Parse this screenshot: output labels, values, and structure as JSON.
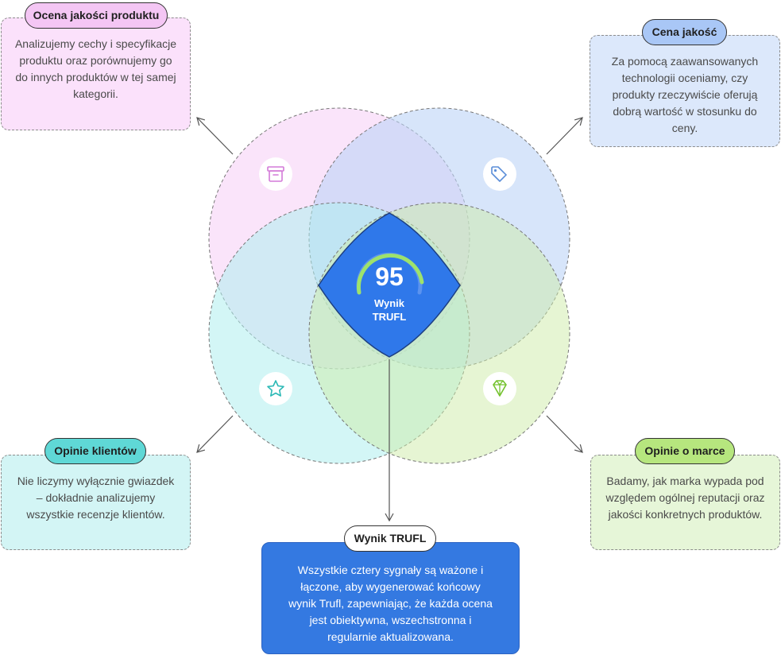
{
  "center": {
    "score": "95",
    "label_line1": "Wynik",
    "label_line2": "TRUFL"
  },
  "signals": [
    {
      "title": "Ocena jakości produktu",
      "description": "Analizujemy cechy i specyfikacje produktu oraz porównujemy go do innych produktów w tej samej kategorii.",
      "icon": "archive-box-icon",
      "color": "#f4c6f4"
    },
    {
      "title": "Cena jakość",
      "description": "Za pomocą zaawansowanych technologii oceniamy, czy produkty rzeczywiście oferują dobrą wartość w stosunku do ceny.",
      "icon": "price-tag-icon",
      "color": "#a9c7f6"
    },
    {
      "title": "Opinie klientów",
      "description": "Nie liczymy wyłącznie gwiazdek – dokładnie analizujemy wszystkie recenzje klientów.",
      "icon": "star-icon",
      "color": "#5fd8d6"
    },
    {
      "title": "Opinie o marce",
      "description": "Badamy, jak marka wypada pod względem ogólnej reputacji oraz jakości konkretnych produktów.",
      "icon": "diamond-gem-icon",
      "color": "#b6e67e"
    }
  ],
  "result": {
    "title": "Wynik TRUFL",
    "description": "Wszystkie cztery sygnały są ważone i łączone, aby wygenerować końcowy wynik Trufl, zapewniając, że każda ocena jest obiektywna, wszechstronna i regularnie aktualizowana.",
    "color": "#3479e1"
  }
}
